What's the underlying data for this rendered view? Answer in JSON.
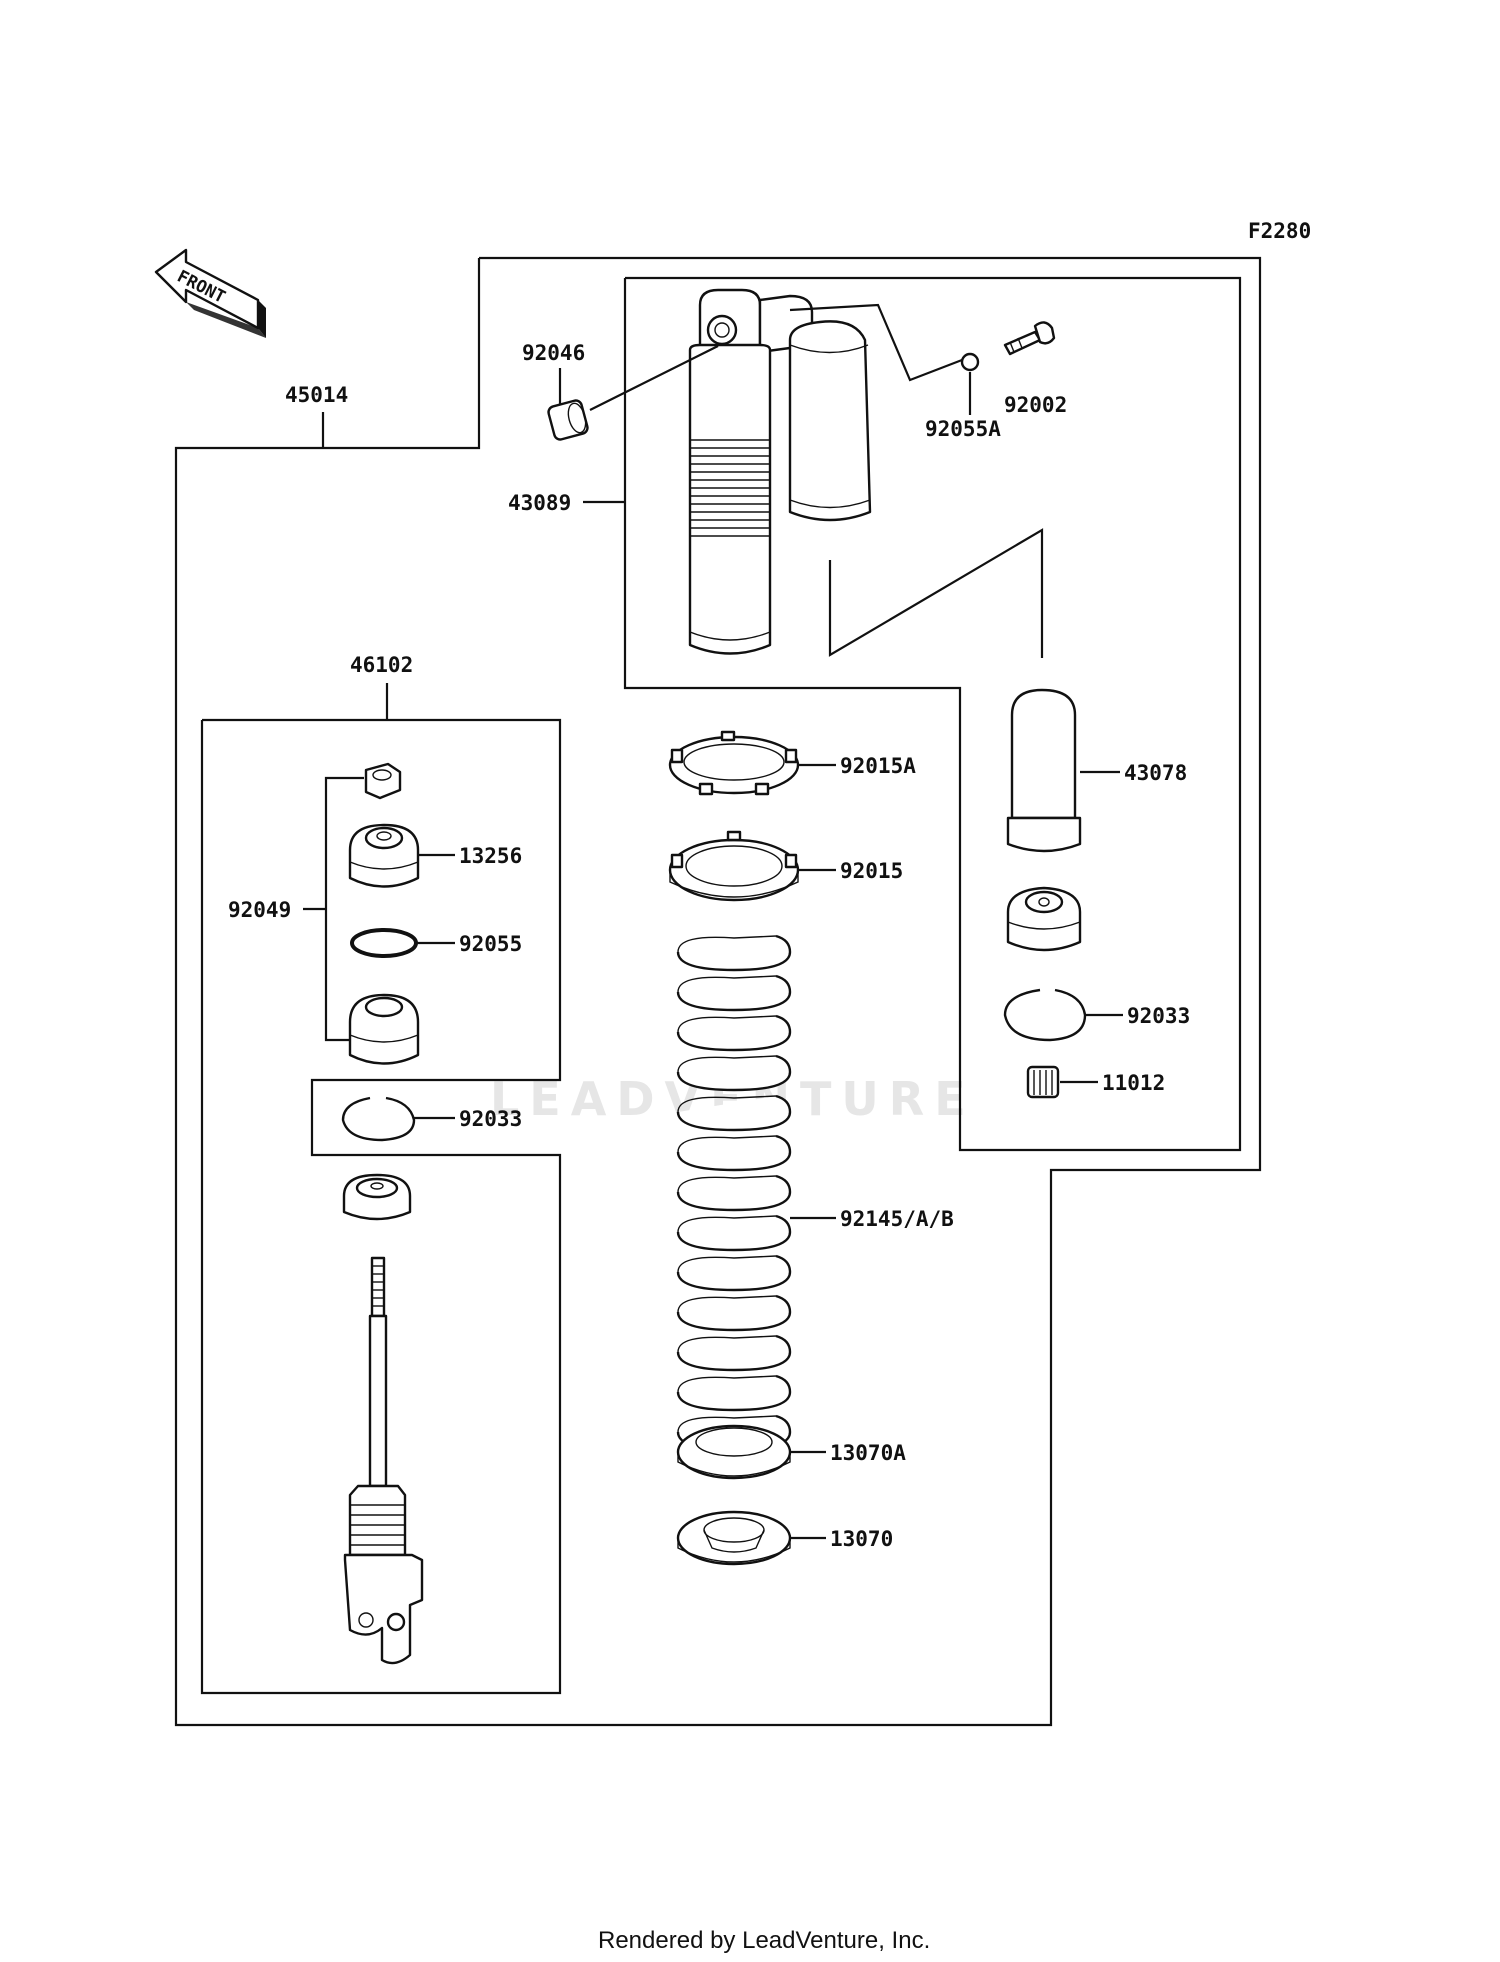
{
  "diagram": {
    "figure_code": "F2280",
    "front_label": "FRONT",
    "watermark": "LEADVENTURE",
    "footer": "Rendered by LeadVenture, Inc.",
    "callouts": {
      "p45014": "45014",
      "p92046": "92046",
      "p43089": "43089",
      "p92055A": "92055A",
      "p92002": "92002",
      "p46102": "46102",
      "p92049": "92049",
      "p13256": "13256",
      "p92055": "92055",
      "p92033_left": "92033",
      "p92015A": "92015A",
      "p92015": "92015",
      "p92145AB": "92145/A/B",
      "p13070A": "13070A",
      "p13070": "13070",
      "p43078": "43078",
      "p92033_right": "92033",
      "p11012": "11012"
    }
  }
}
